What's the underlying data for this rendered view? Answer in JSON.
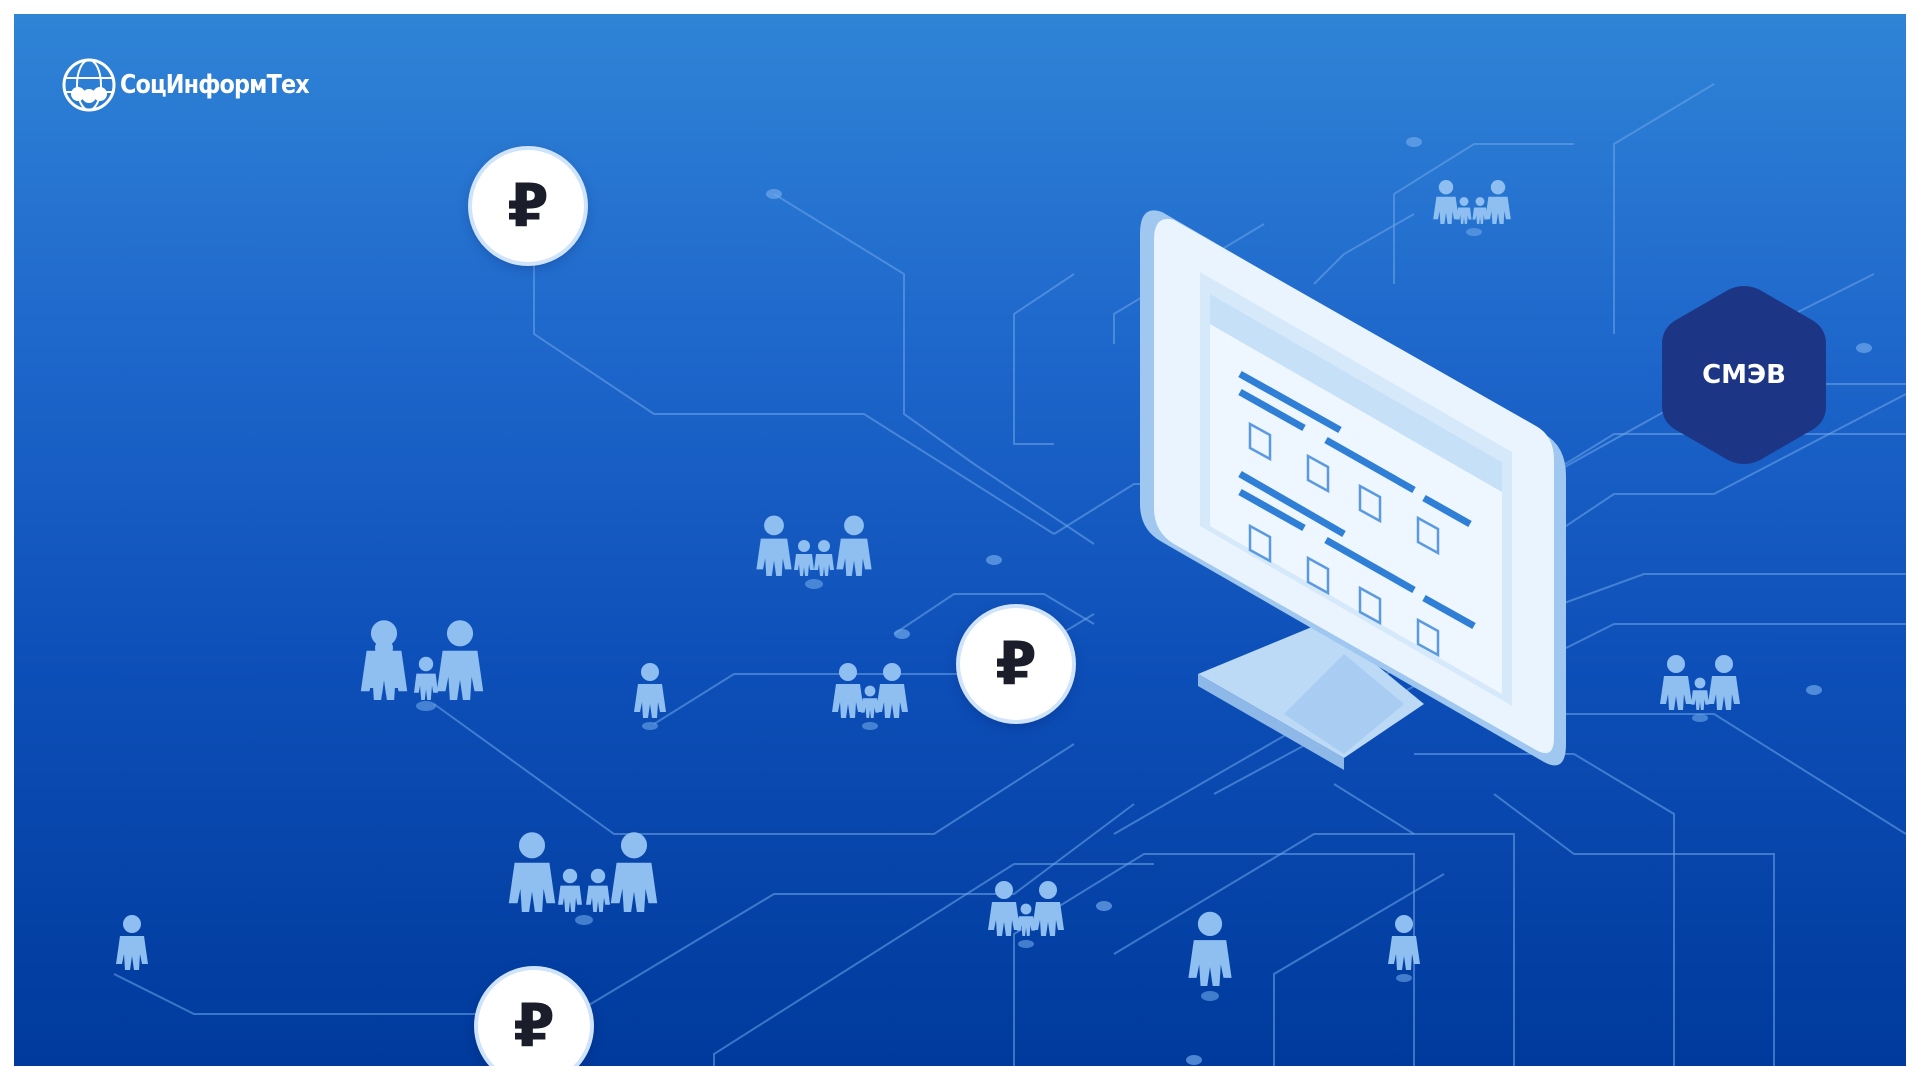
{
  "brand": {
    "name": "СоцИнформТех",
    "icon": "globe-people-logo-icon"
  },
  "coin_symbol": "₽",
  "coins": [
    {
      "name": "ruble-coin-top",
      "icon": "ruble-icon"
    },
    {
      "name": "ruble-coin-center",
      "icon": "ruble-icon"
    },
    {
      "name": "ruble-coin-bottom",
      "icon": "ruble-icon"
    }
  ],
  "badge": {
    "label": "СМЭВ"
  },
  "colors": {
    "background_top": "#2f84d6",
    "background_bottom": "#003a9c",
    "badge": "#1d3585",
    "people": "#8fbef0",
    "monitor": "#eaf4ff"
  }
}
